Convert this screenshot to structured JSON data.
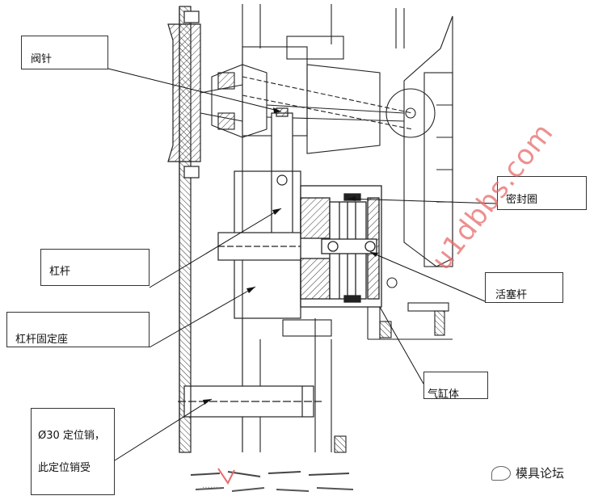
{
  "callouts": {
    "valve_pin": "阀针",
    "lever": "杠杆",
    "lever_seat": "杠杆固定座",
    "pin_d30_line1": "Ø30 定位销，",
    "pin_d30_line2": "此定位销受",
    "seal_ring": "密封圈",
    "piston_rod": "活塞杆",
    "cylinder_body": "气缸体"
  },
  "watermark": {
    "text": "u1dbbs.com",
    "color": "#e86a6a"
  },
  "logo": {
    "text": "模具论坛",
    "icon": "wechat-icon"
  },
  "footer_text": "……"
}
